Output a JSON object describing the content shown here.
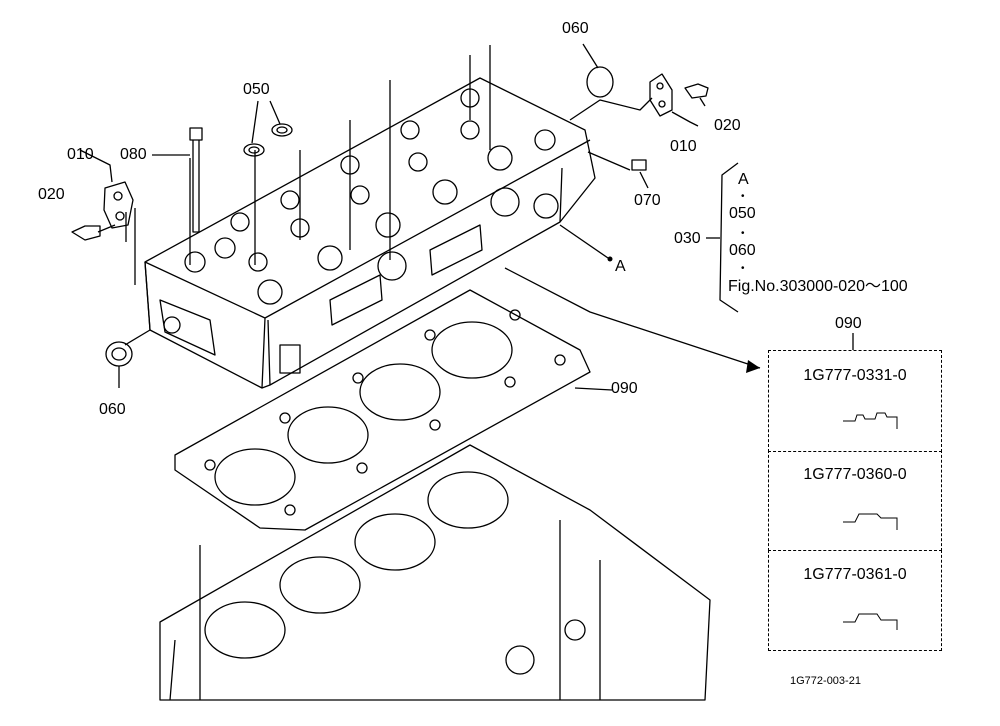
{
  "labels": {
    "c060_top": "060",
    "c050": "050",
    "c010_left": "010",
    "c080": "080",
    "c020_left": "020",
    "c020_right": "020",
    "c010_right": "010",
    "c070": "070",
    "c030": "030",
    "c060_bottom": "060",
    "c090": "090",
    "ref_A": "A"
  },
  "bracket": {
    "line1": "A",
    "line2": "050",
    "line3": "060",
    "line4": "Fig.No.303000-020～100",
    "dot": "•"
  },
  "parts_box": {
    "title": "090",
    "items": [
      {
        "part_no": "1G777-0331-0"
      },
      {
        "part_no": "1G777-0360-0"
      },
      {
        "part_no": "1G777-0361-0"
      }
    ]
  },
  "figure_code": "1G772-003-21"
}
